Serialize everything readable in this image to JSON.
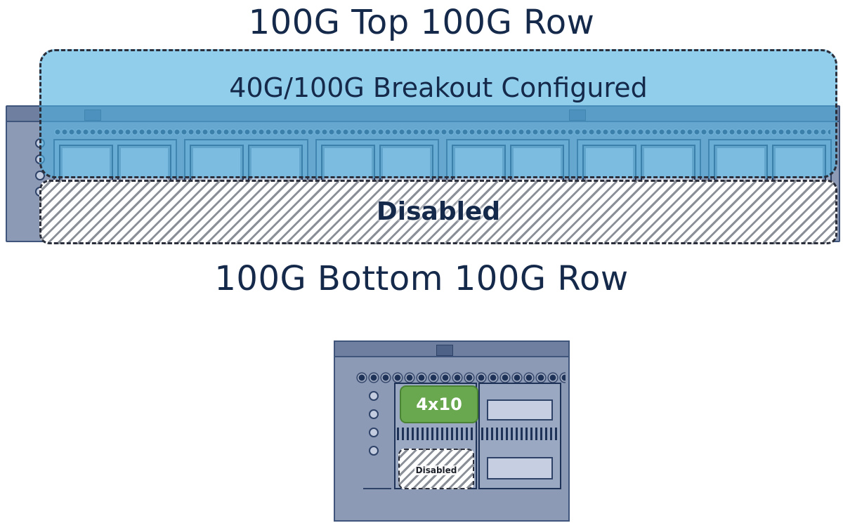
{
  "titles": {
    "top": "100G Top 100G Row",
    "bottom": "100G Bottom 100G Row"
  },
  "overlays": {
    "top_label": "40G/100G Breakout Configured",
    "bottom_label": "Disabled"
  },
  "detail": {
    "breakout_badge": "4x10",
    "disabled_badge": "Disabled"
  },
  "colors": {
    "title_text": "#15294a",
    "overlay_blue": "#4eb0de",
    "breakout_green": "#6aa84f",
    "chassis": "#8c9ab6"
  }
}
